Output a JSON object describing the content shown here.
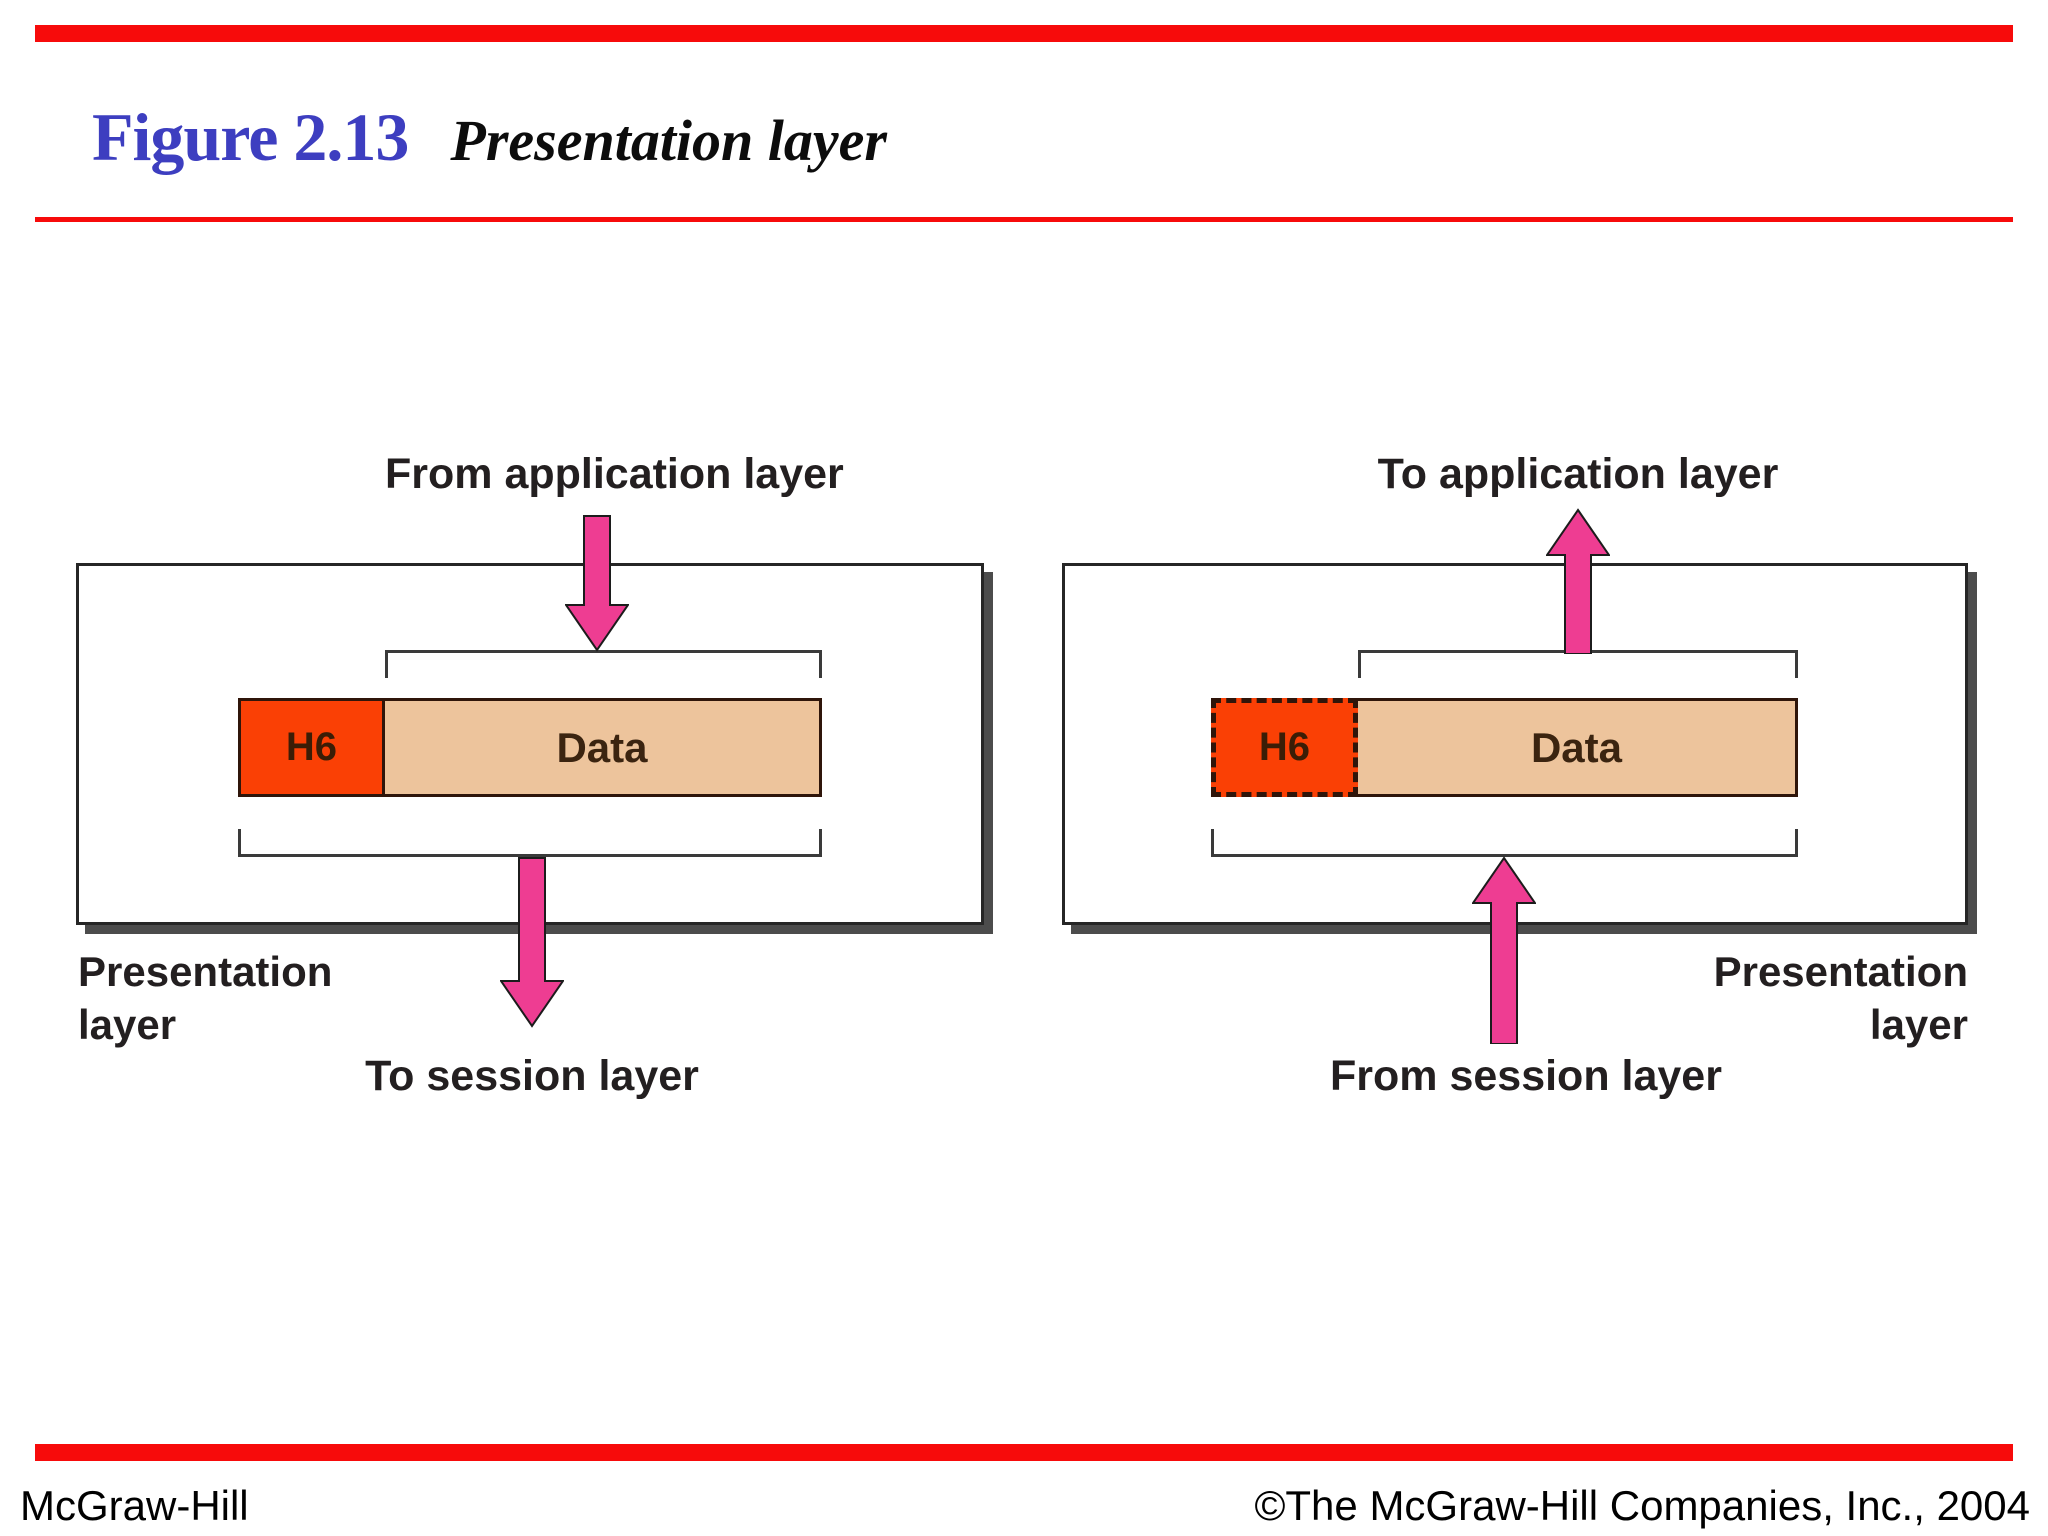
{
  "slide": {
    "figure_number": "Figure 2.13",
    "figure_title": "Presentation layer"
  },
  "colors": {
    "accent_red": "#f70b0b",
    "title_blue": "#3d3ec0",
    "header_fill": "#fa4005",
    "data_fill": "#edc49c",
    "arrow_pink": "#ee3d92",
    "line_dark": "#262626",
    "bracket_gray": "#3a3a3a",
    "packet_border": "#2f150a",
    "shadow_gray": "#4c4c4c",
    "text_dark": "#231f20"
  },
  "diagrams": {
    "left": {
      "top_label": "From application layer",
      "bottom_label": "To session layer",
      "side_label_line1": "Presentation",
      "side_label_line2": "layer",
      "packet": {
        "header": "H6",
        "payload": "Data"
      }
    },
    "right": {
      "top_label": "To application layer",
      "bottom_label": "From session layer",
      "side_label_line1": "Presentation",
      "side_label_line2": "layer",
      "packet": {
        "header": "H6",
        "payload": "Data"
      }
    }
  },
  "footer": {
    "left": "McGraw-Hill",
    "right": "©The McGraw-Hill Companies, Inc., 2004"
  }
}
